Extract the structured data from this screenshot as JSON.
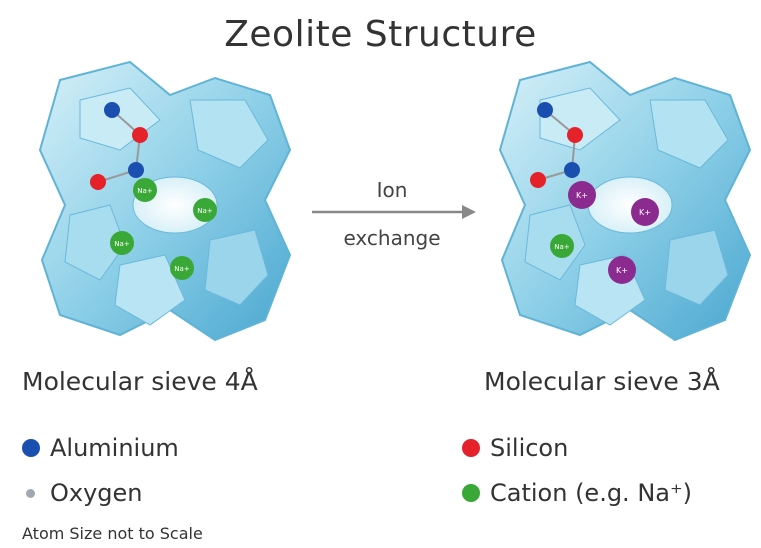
{
  "title": "Zeolite Structure",
  "arrow": {
    "line1": "Ion",
    "line2": "exchange"
  },
  "left_caption": "Molecular sieve 4Å",
  "right_caption": "Molecular sieve 3Å",
  "legend": [
    {
      "label": "Aluminium",
      "color": "#1a4fb0"
    },
    {
      "label": "Oxygen",
      "color": "#a0a8b0"
    },
    {
      "label": "Silicon",
      "color": "#e52129"
    },
    {
      "label": "Cation (e.g. Na⁺)",
      "color": "#3aa836"
    }
  ],
  "note": "Atom Size not to Scale",
  "ions": {
    "na": "Na+",
    "k": "K+"
  },
  "colors": {
    "framework_light": "#bfe6f3",
    "framework_mid": "#7cc8e4",
    "framework_dark": "#3a9cc7",
    "potassium": "#8b2a8f"
  }
}
